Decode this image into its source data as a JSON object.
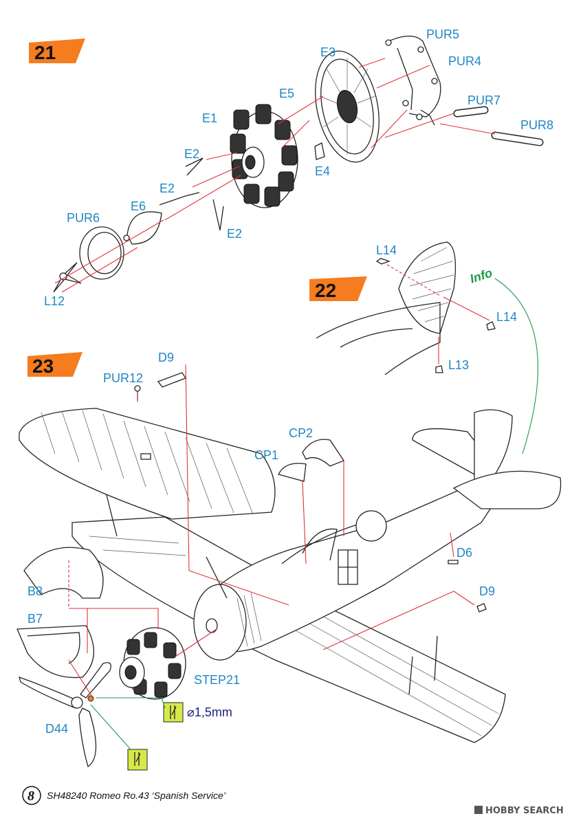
{
  "steps": {
    "s21": "21",
    "s22": "22",
    "s23": "23"
  },
  "step_color": "#f57c1f",
  "label_color": "#1f86c6",
  "arrow_color": "#e0303a",
  "labels21": {
    "pur5": "PUR5",
    "pur4": "PUR4",
    "pur7": "PUR7",
    "pur8": "PUR8",
    "e3": "E3",
    "e5": "E5",
    "e1": "E1",
    "e4": "E4",
    "e2a": "E2",
    "e2b": "E2",
    "e2c": "E2",
    "e6": "E6",
    "pur6": "PUR6",
    "l12": "L12"
  },
  "labels22": {
    "l14a": "L14",
    "l14b": "L14",
    "l13": "L13",
    "info": "Info"
  },
  "labels23": {
    "d9a": "D9",
    "pur12": "PUR12",
    "cp2": "CP2",
    "cp1": "CP1",
    "d6": "D6",
    "d9b": "D9",
    "b8": "B8",
    "b7": "B7",
    "step21": "STEP21",
    "diameter": "⌀1,5mm",
    "d44": "D44"
  },
  "footer": {
    "page": "8",
    "title": "SH48240 Romeo Ro.43 ‘Spanish Service’",
    "watermark": "HOBBY SEARCH"
  }
}
